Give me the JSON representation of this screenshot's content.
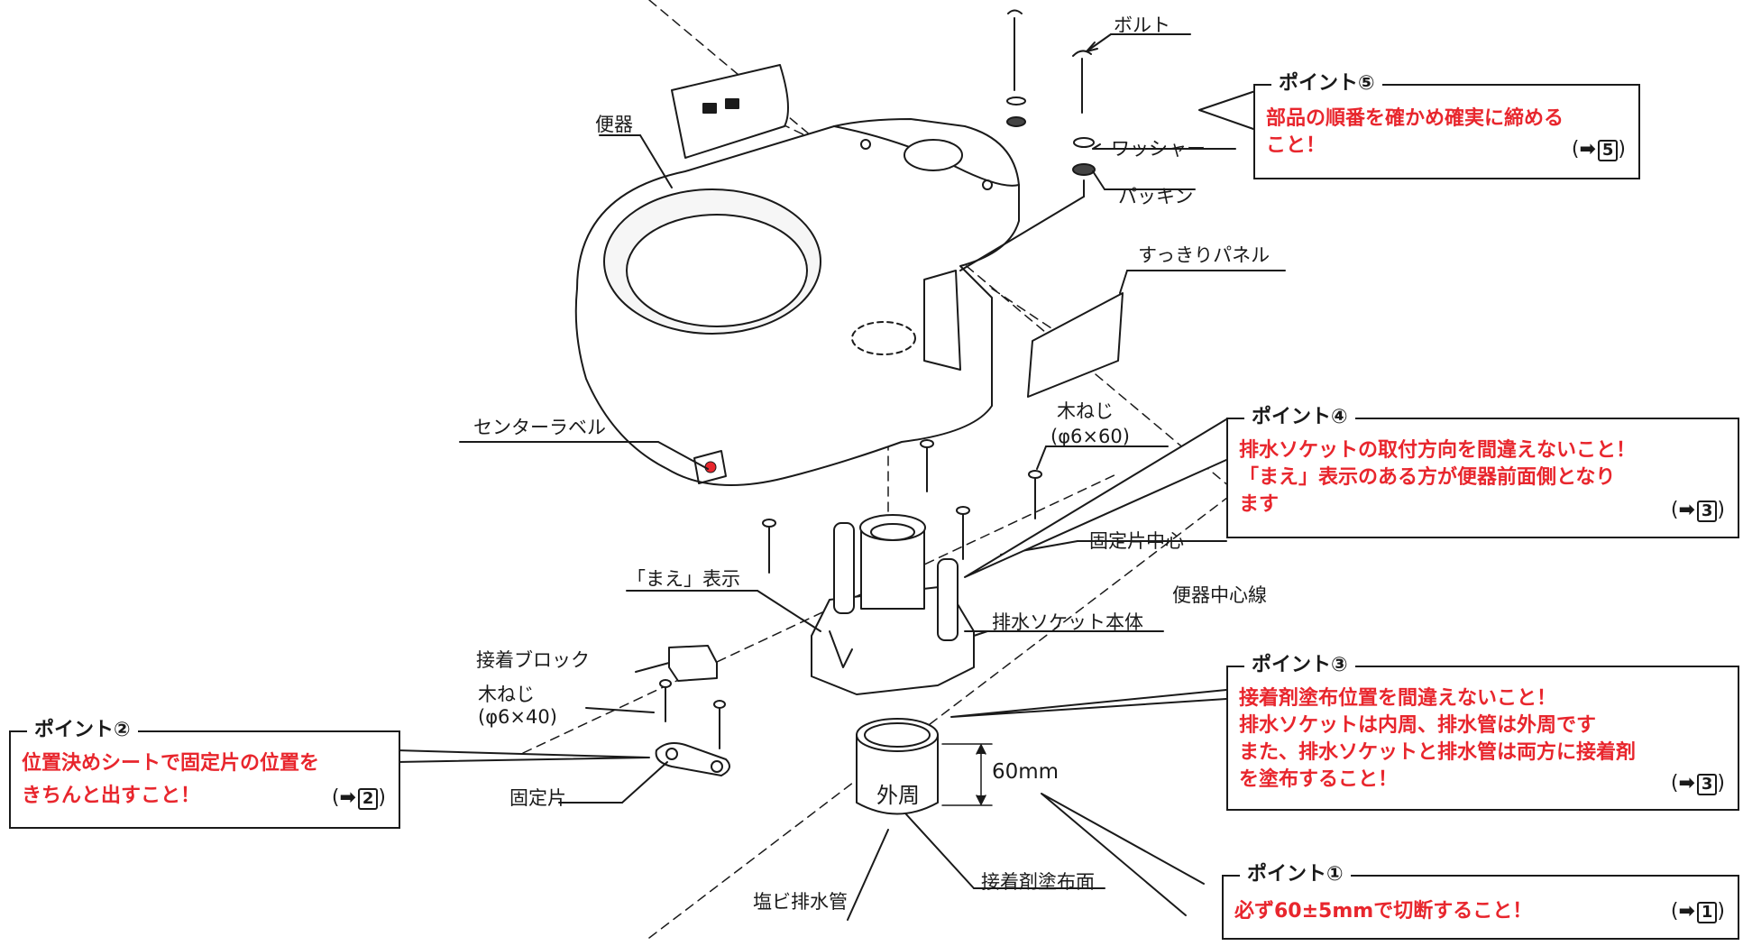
{
  "labels": {
    "bolt": "ボルト",
    "bowl": "便器",
    "washer": "ワッシャー",
    "packing": "パッキン",
    "panel": "すっきりパネル",
    "center_label": "センターラベル",
    "wood_screw_60": "木ねじ",
    "wood_screw_60_dim": "(φ6×60)",
    "fixing_center": "固定片中心",
    "mae_display": "「まえ」表示",
    "bowl_center_line": "便器中心線",
    "socket_body": "排水ソケット本体",
    "adhesive_block": "接着ブロック",
    "wood_screw_40": "木ねじ",
    "wood_screw_40_dim": "(φ6×40)",
    "fixing_piece": "固定片",
    "outer": "外周",
    "dim_60": "60mm",
    "pvc_pipe": "塩ビ排水管",
    "adhesive_surface": "接着剤塗布面"
  },
  "points": [
    {
      "title": "ポイント⑤",
      "lines": [
        "部品の順番を確かめ確実に締める",
        "こと！"
      ],
      "ref_arrow": "➡",
      "ref_num": "5"
    },
    {
      "title": "ポイント④",
      "lines": [
        "排水ソケットの取付方向を間違えないこと！",
        "「まえ」表示のある方が便器前面側となり",
        "ます"
      ],
      "ref_arrow": "➡",
      "ref_num": "3"
    },
    {
      "title": "ポイント③",
      "lines": [
        "接着剤塗布位置を間違えないこと！",
        "排水ソケットは内周、排水管は外周です",
        "また、排水ソケットと排水管は両方に接着剤",
        "を塗布すること！"
      ],
      "ref_arrow": "➡",
      "ref_num": "3"
    },
    {
      "title": "ポイント②",
      "lines": [
        "位置決めシートで固定片の位置を",
        "きちんと出すこと！"
      ],
      "ref_arrow": "➡",
      "ref_num": "2"
    },
    {
      "title": "ポイント①",
      "lines": [
        "必ず60±5mmで切断すること！"
      ],
      "ref_arrow": "➡",
      "ref_num": "1"
    }
  ],
  "colors": {
    "accent": "#e8262d",
    "line": "#1a1a1a"
  }
}
